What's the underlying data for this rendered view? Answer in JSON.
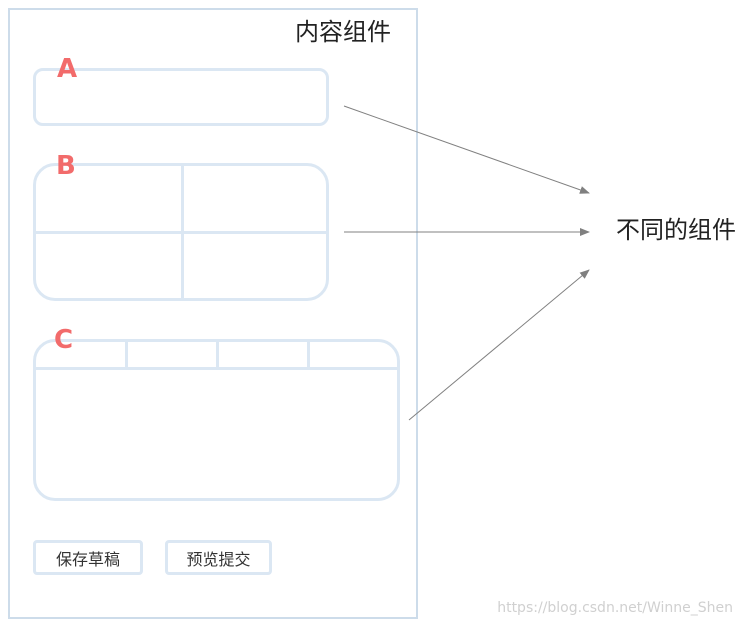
{
  "panel": {
    "title": "内容组件"
  },
  "boxes": {
    "a_label": "A",
    "b_label": "B",
    "c_label": "C"
  },
  "buttons": {
    "save": "保存草稿",
    "preview_submit": "预览提交"
  },
  "target": {
    "label": "不同的组件"
  },
  "watermark": "https://blog.csdn.net/Winne_Shen",
  "colors": {
    "panel_border": "#cddcea",
    "box_border": "#dbe7f3",
    "label_red": "#f26b6b",
    "arrow_gray": "#808080"
  }
}
